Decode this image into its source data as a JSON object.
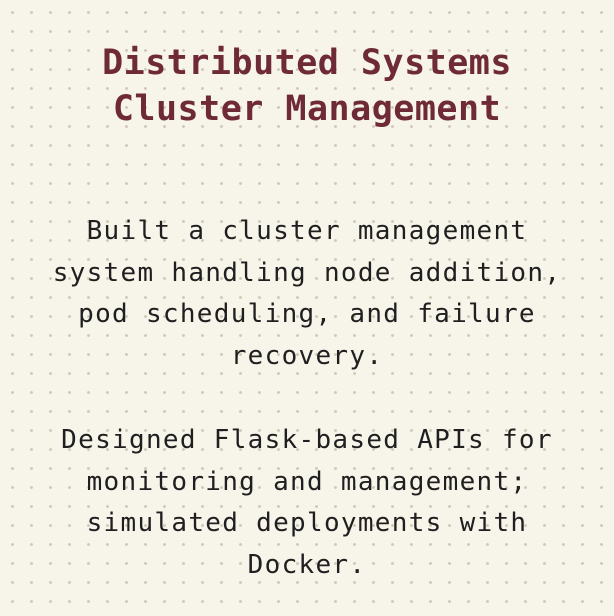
{
  "card": {
    "title_lines": [
      "Distributed Systems",
      "Cluster Management"
    ],
    "paragraph1_lines": [
      "Built a cluster management",
      "system handling node addition,",
      "pod scheduling, and failure",
      "recovery."
    ],
    "paragraph2_lines": [
      "Designed Flask-based APIs for",
      "monitoring and management;",
      "simulated deployments with",
      "Docker."
    ]
  },
  "colors": {
    "background": "#f7f4ea",
    "dot": "#cfcab9",
    "title": "#6e2a36",
    "body_text": "#1f1f1f"
  }
}
